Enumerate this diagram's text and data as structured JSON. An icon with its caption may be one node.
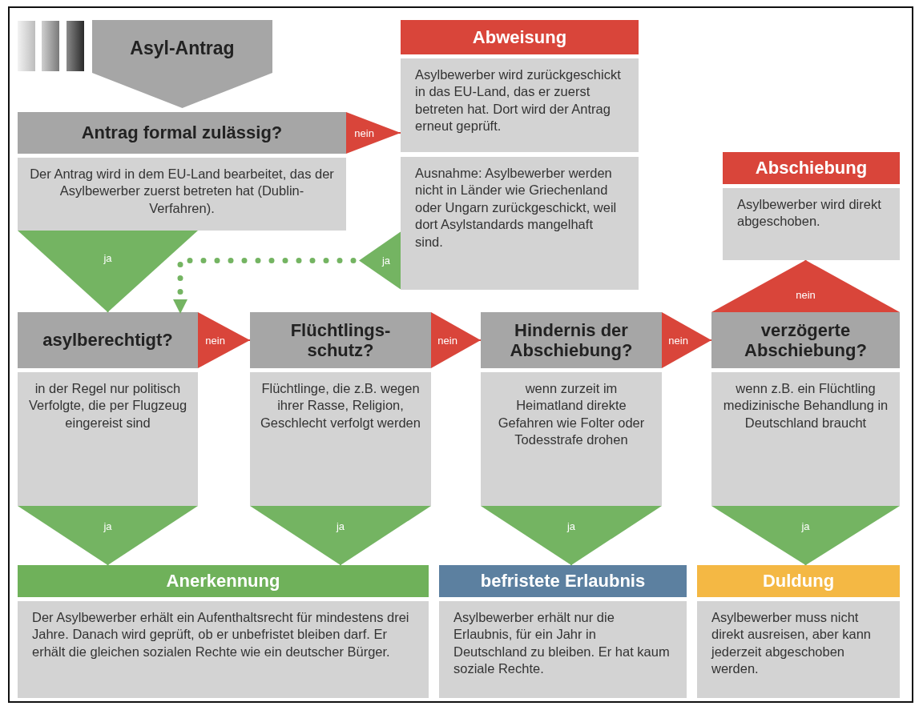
{
  "diagram": {
    "nodes": [
      {
        "text": [
          "Asyl-Antrag"
        ]
      },
      {
        "text": [
          "Antrag formal zulässig?",
          "Der Antrag wird in dem EU-Land bearbeitet, das der Asylbewerber zuerst betreten hat (Dublin-Verfahren)."
        ]
      },
      {
        "text": [
          "Abweisung",
          "Asylbewerber wird zurückgeschickt in das EU-Land, das er zuerst betreten hat. Dort wird der Antrag erneut geprüft."
        ]
      },
      {
        "text": [
          "Ausnahme: Asylbewerber werden nicht in Länder wie Griechenland oder Ungarn zurückgeschickt, weil dort Asylstandards mangelhaft sind."
        ]
      },
      {
        "text": [
          "asylberechtigt?",
          "in der Regel nur politisch Verfolgte, die per Flugzeug eingereist sind"
        ]
      },
      {
        "text": [
          "Flüchtlings- schutz?",
          "Flüchtlinge, die z.B. wegen ihrer Rasse, Religion, Geschlecht verfolgt werden"
        ]
      },
      {
        "text": [
          "Hindernis der Abschiebung?",
          "wenn zurzeit im Heimatland direkte Gefahren wie Folter oder Todesstrafe drohen"
        ]
      },
      {
        "text": [
          "verzögerte Abschiebung?",
          "wenn z.B. ein Flüchtling medizinische Behandlung in Deutschland braucht"
        ]
      },
      {
        "text": [
          "Abschiebung",
          "Asylbewerber wird direkt abgeschoben."
        ]
      },
      {
        "text": [
          "Anerkennung",
          "Der Asylbewerber erhält ein Aufenthaltsrecht für mindestens drei Jahre. Danach wird geprüft, ob er unbefristet bleiben darf. Er erhält die gleichen sozialen Rechte wie ein deutscher Bürger."
        ]
      },
      {
        "text": [
          "befristete Erlaubnis",
          "Asylbewerber erhält nur die Erlaubnis, für ein Jahr in Deutschland zu bleiben. Er hat kaum soziale Rechte."
        ]
      },
      {
        "text": [
          "Duldung",
          "Asylbewerber muss nicht direkt ausreisen, aber kann jederzeit abgeschoben werden."
        ]
      }
    ],
    "edges": [
      {
        "from": 1,
        "to": 2,
        "arrow": "to",
        "label": "nein",
        "color": "#d9453a"
      },
      {
        "from": 1,
        "to": 4,
        "arrow": "to",
        "label": "ja"
      },
      {
        "from": 3,
        "to": 4,
        "arrow": "to",
        "label": "ja",
        "style": "dashed"
      },
      {
        "from": 4,
        "to": 5,
        "arrow": "to",
        "label": "nein",
        "color": "#d9453a"
      },
      {
        "from": 5,
        "to": 6,
        "arrow": "to",
        "label": "nein",
        "color": "#d9453a"
      },
      {
        "from": 6,
        "to": 7,
        "arrow": "to",
        "label": "nein",
        "color": "#d9453a"
      },
      {
        "from": 7,
        "to": 8,
        "arrow": "to",
        "label": "nein",
        "color": "#d9453a"
      },
      {
        "from": 4,
        "to": 9,
        "arrow": "to",
        "label": "ja"
      },
      {
        "from": 5,
        "to": 9,
        "arrow": "to",
        "label": "ja"
      },
      {
        "from": 6,
        "to": 10,
        "arrow": "to",
        "label": "ja"
      },
      {
        "from": 7,
        "to": 11,
        "arrow": "to",
        "label": "ja"
      }
    ]
  }
}
